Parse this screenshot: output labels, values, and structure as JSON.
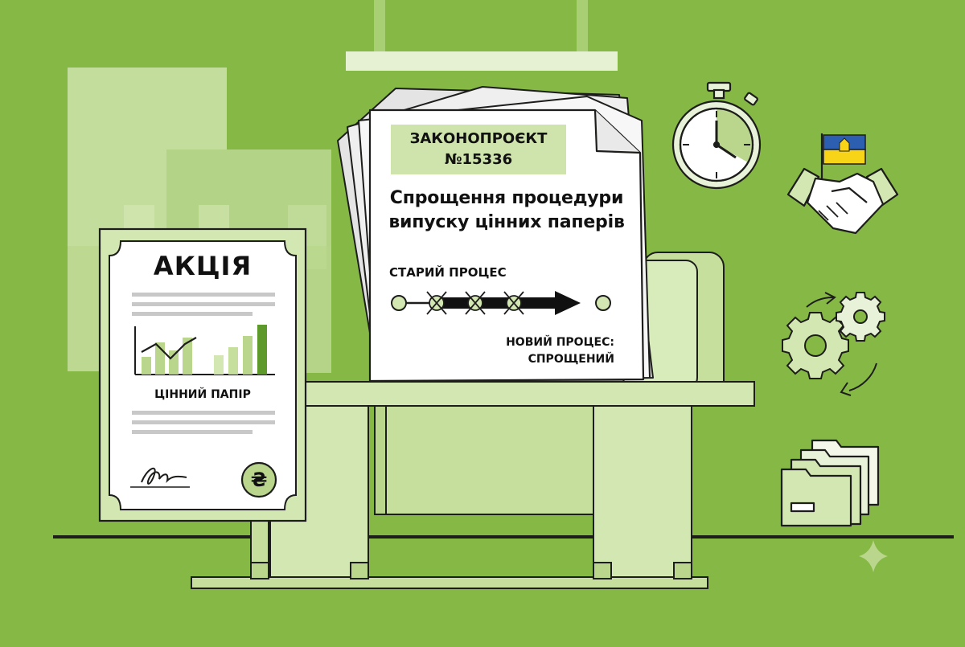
{
  "bill": {
    "badge_line1": "ЗАКОНОПРОЄКТ",
    "badge_line2": "№15336",
    "title_line1": "Спрощення процедури",
    "title_line2": "випуску цінних паперів",
    "old_process_label": "СТАРИЙ ПРОЦЕС",
    "new_process_line1": "НОВИЙ ПРОЦЕС:",
    "new_process_line2": "СПРОЩЕНИЙ"
  },
  "share_certificate": {
    "title": "АКЦІЯ",
    "subtitle": "ЦІННИЙ ПАПІР",
    "currency_symbol": "₴",
    "chart_bar_levels": [
      0.35,
      0.6,
      0.45,
      0.7,
      0.5
    ]
  },
  "colors": {
    "background": "#86b845",
    "light_green": "#d3e7b3",
    "pale_green": "#e8f2d8",
    "mid_green": "#b9d68c",
    "dark_green": "#5e9a2b",
    "outline": "#1d1d1b",
    "flag_blue": "#2d5fb0",
    "flag_yellow": "#f7d417"
  },
  "icons": [
    "stopwatch-icon",
    "handshake-icon",
    "ukraine-flag-icon",
    "gears-icon",
    "folders-icon",
    "sparkle-icon",
    "signature-icon",
    "hryvnia-coin-icon"
  ]
}
